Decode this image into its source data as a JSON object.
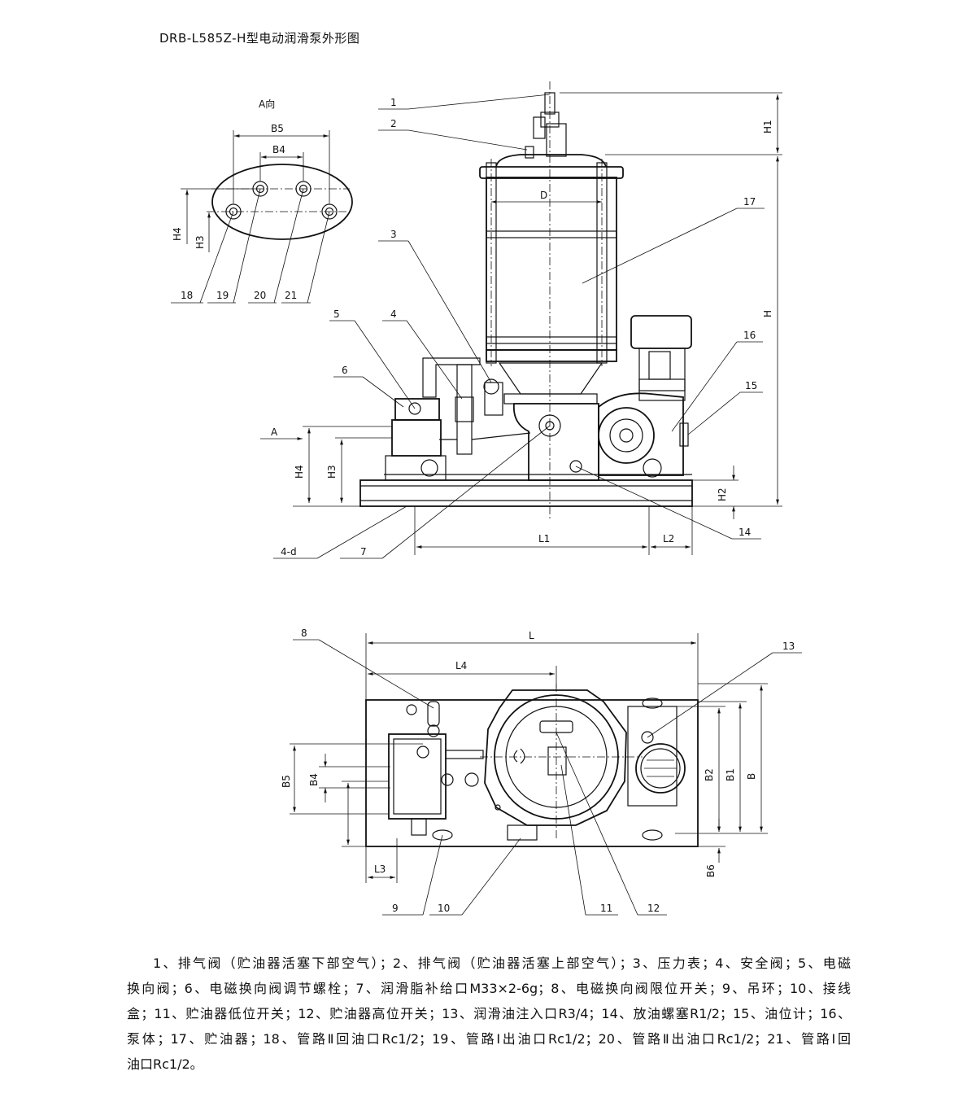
{
  "title": "DRB-L585Z-H型电动润滑泵外形图",
  "view_label": "A向",
  "dimension_labels": {
    "B5": "B5",
    "B4": "B4",
    "H4": "H4",
    "H3": "H3",
    "H1": "H1",
    "H": "H",
    "H2": "H2",
    "D": "D",
    "A": "A",
    "L1": "L1",
    "L2": "L2",
    "L": "L",
    "L4": "L4",
    "L3": "L3",
    "B2": "B2",
    "B1": "B1",
    "B": "B",
    "B6": "B6",
    "hole": "4-d"
  },
  "callouts": [
    "1",
    "2",
    "3",
    "4",
    "5",
    "6",
    "7",
    "8",
    "9",
    "10",
    "11",
    "12",
    "13",
    "14",
    "15",
    "16",
    "17",
    "18",
    "19",
    "20",
    "21"
  ],
  "legend_lines": [
    "1、排气阀（贮油器活塞下部空气）；2、排气阀（贮油器活塞上部空气）；3、压力表；4、安全阀；5、电磁",
    "换向阀；6、电磁换向阀调节螺栓；7、润滑脂补给口M33×2-6g；8、电磁换向阀限位开关；9、吊环；10、接线",
    "盒；11、贮油器低位开关；12、贮油器高位开关；13、润滑油注入口R3/4；14、放油螺塞R1/2；15、油位计；16、",
    "泵体；17、贮油器；18、管路Ⅱ回油口Rc1/2；19、管路Ⅰ出油口Rc1/2；20、管路Ⅱ出油口Rc1/2；21、管路Ⅰ回",
    "油口Rc1/2。"
  ]
}
